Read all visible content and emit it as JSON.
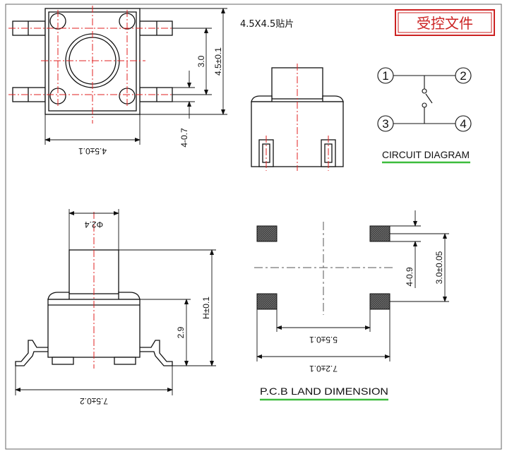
{
  "header": {
    "part_label": "4.5X4.5贴片",
    "stamp_text": "受控文件"
  },
  "colors": {
    "stroke": "#111111",
    "centerline": "#e02020",
    "stamp": "#cc2222",
    "underline": "#3cbc3c",
    "pad_fill": "#555555"
  },
  "top_view": {
    "dim_width": "4.5±0.1",
    "dim_height": "4.5±0.1",
    "dim_pin_pitch": "3.0",
    "dim_pin_width": "4-0.7"
  },
  "side_view": {
    "dim_plunger_dia": "Φ2.4",
    "dim_height": "H±0.1",
    "dim_body_height": "2.9",
    "dim_total_length": "7.5±0.2"
  },
  "circuit": {
    "title": "CIRCUIT DIAGRAM",
    "pins": [
      "1",
      "2",
      "3",
      "4"
    ]
  },
  "pcb": {
    "title": "P.C.B LAND DIMENSION",
    "dim_pad_size": "4-0.9",
    "dim_vertical_pitch": "3.0±0.05",
    "dim_inner_span": "5.5±0.1",
    "dim_outer_span": "7.2±0.1"
  }
}
